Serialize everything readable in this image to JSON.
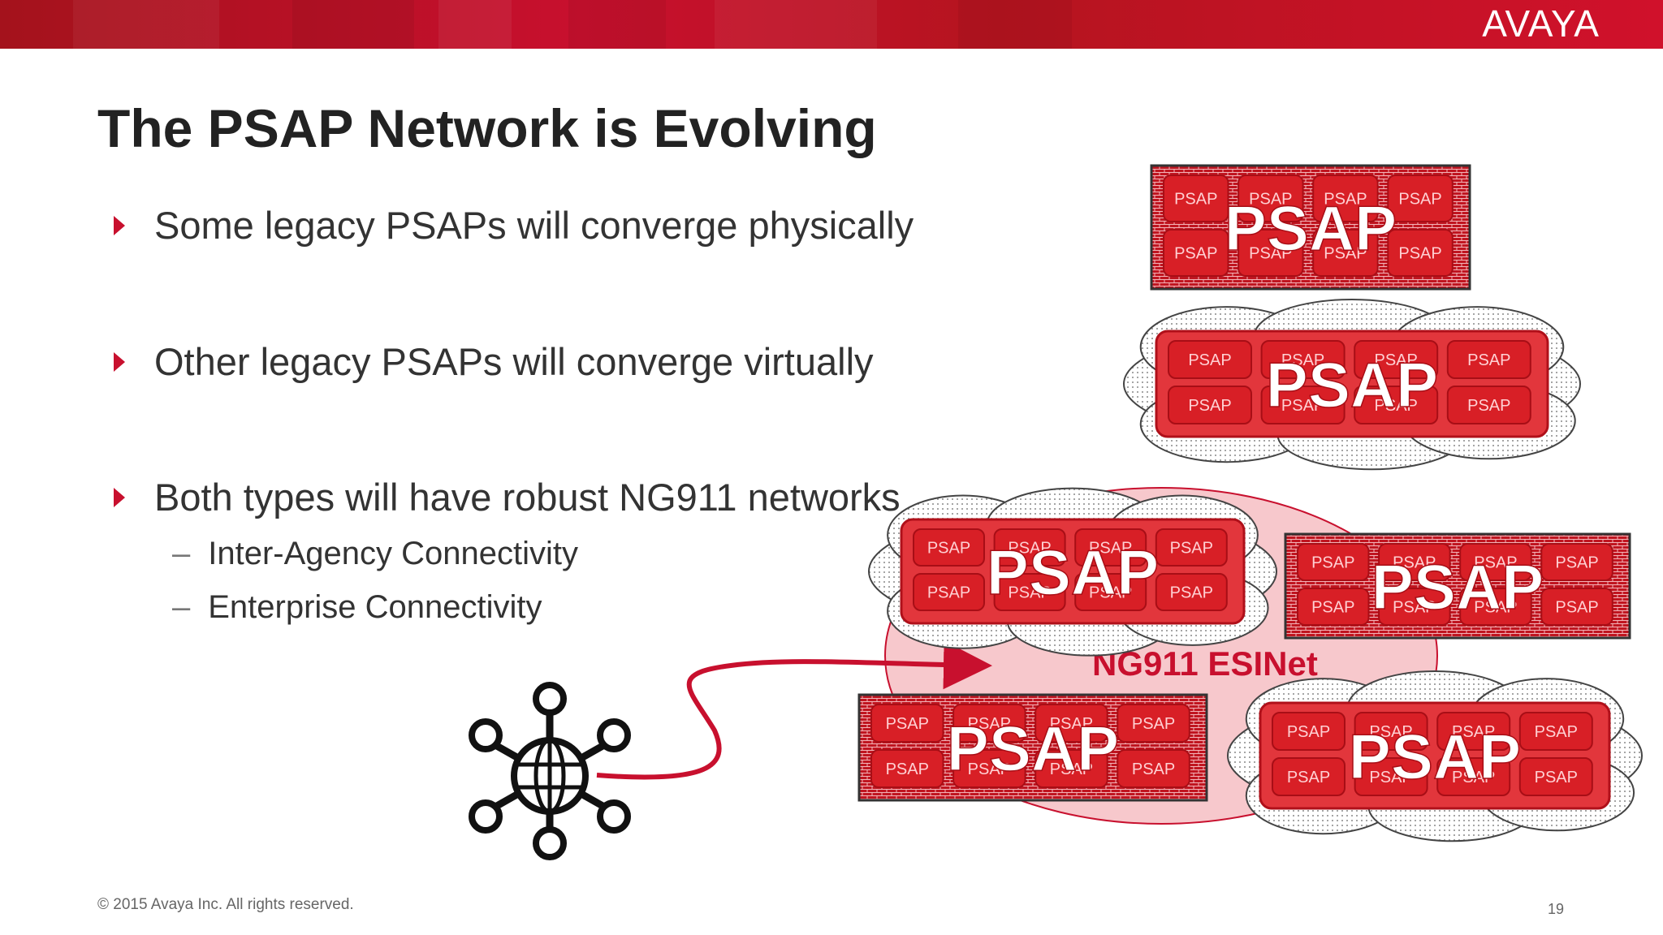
{
  "header": {
    "logo": "AVAYA"
  },
  "slide": {
    "title": "The PSAP Network is Evolving",
    "bullets": [
      "Some legacy PSAPs will converge physically",
      "Other legacy PSAPs will converge virtually",
      "Both types will have robust NG911 networks"
    ],
    "sub_bullets": [
      "Inter-Agency Connectivity",
      "Enterprise Connectivity"
    ],
    "dash": "–"
  },
  "diagram": {
    "network_label": "NG911 ESINet",
    "big_label": "PSAP",
    "small_label": "PSAP",
    "groups": [
      {
        "style": "physical"
      },
      {
        "style": "virtual"
      },
      {
        "style": "virtual"
      },
      {
        "style": "physical"
      },
      {
        "style": "physical"
      },
      {
        "style": "virtual"
      }
    ],
    "icon": "network-globe-icon"
  },
  "footer": {
    "copyright": "© 2015 Avaya Inc. All rights reserved.",
    "page_number": "19"
  },
  "colors": {
    "brand_red": "#c8102e",
    "box_red": "#d81f26",
    "esinet_pink": "#f7c8cc",
    "title_text": "#222222"
  }
}
